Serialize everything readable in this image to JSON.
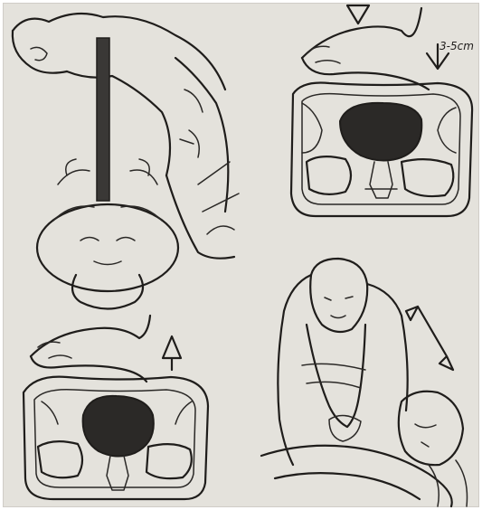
{
  "panels": [
    {
      "id": "airway-head-tilt"
    },
    {
      "id": "chest-compression-down"
    },
    {
      "id": "chest-recoil-up"
    },
    {
      "id": "rescuer-compression-posture"
    }
  ],
  "labels": {
    "compression_depth": "3-5cm"
  },
  "colors": {
    "paper": "#e4e2dc",
    "ink": "#1f1d1b",
    "heart_fill": "#2b2927"
  }
}
